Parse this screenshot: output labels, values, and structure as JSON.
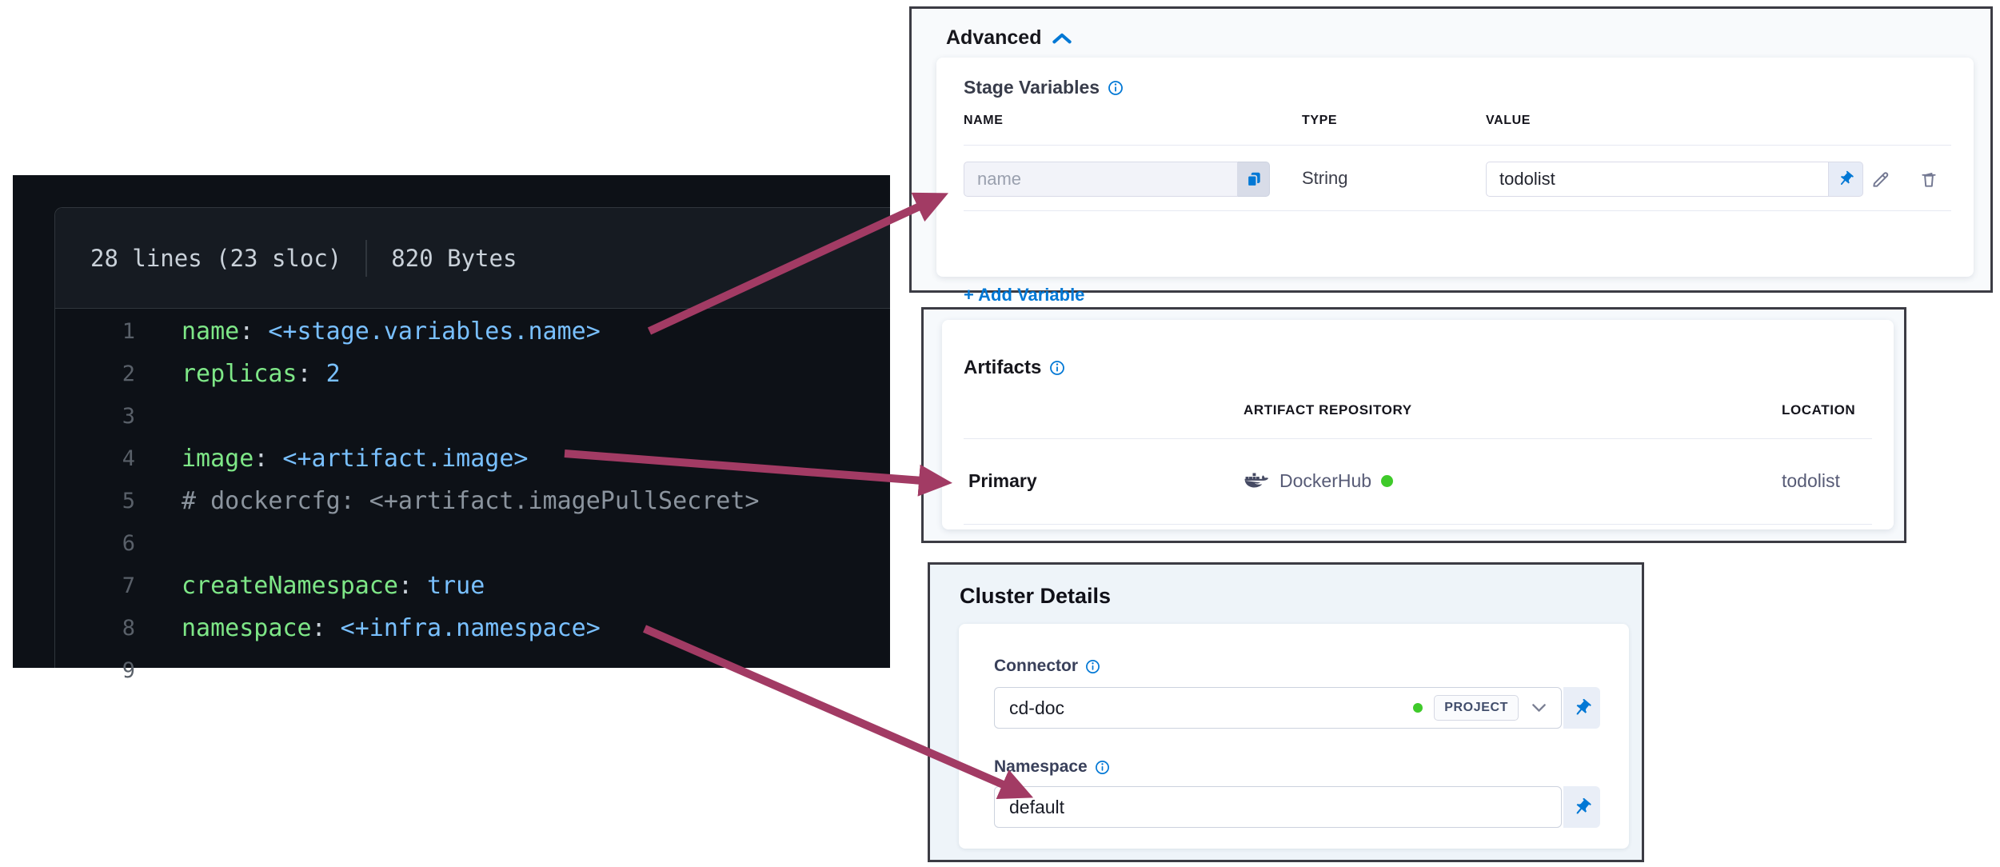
{
  "editor": {
    "header": {
      "lines_info": "28 lines (23 sloc)",
      "size_info": "820 Bytes"
    },
    "lines": [
      {
        "n": "1",
        "key": "name",
        "sep": ":",
        "val": " <+stage.variables.name>"
      },
      {
        "n": "2",
        "key": "replicas",
        "sep": ":",
        "val": " 2"
      },
      {
        "n": "3"
      },
      {
        "n": "4",
        "key": "image",
        "sep": ":",
        "val": " <+artifact.image>"
      },
      {
        "n": "5",
        "comment": "# dockercfg: <+artifact.imagePullSecret>"
      },
      {
        "n": "6"
      },
      {
        "n": "7",
        "key": "createNamespace",
        "sep": ":",
        "val": " true"
      },
      {
        "n": "8",
        "key": "namespace",
        "sep": ":",
        "val": " <+infra.namespace>"
      },
      {
        "n": "9"
      }
    ]
  },
  "advanced_panel": {
    "title": "Advanced",
    "stage_variables": {
      "title": "Stage Variables",
      "columns": {
        "name": "NAME",
        "type": "TYPE",
        "value": "VALUE"
      },
      "row": {
        "name_placeholder": "name",
        "type": "String",
        "value": "todolist"
      },
      "add_variable_label": "+ Add Variable"
    }
  },
  "artifacts_panel": {
    "title": "Artifacts",
    "columns": {
      "repository": "ARTIFACT REPOSITORY",
      "location": "LOCATION"
    },
    "row": {
      "label": "Primary",
      "repository": "DockerHub",
      "location": "todolist"
    }
  },
  "cluster_panel": {
    "title": "Cluster Details",
    "connector": {
      "label": "Connector",
      "value": "cd-doc",
      "scope_badge": "PROJECT"
    },
    "namespace": {
      "label": "Namespace",
      "value": "default"
    }
  },
  "colors": {
    "accent_blue": "#0278d5",
    "arrow_magenta": "#a23b64",
    "code_key_green": "#7ee787",
    "code_value_blue": "#79c0ff",
    "code_comment_gray": "#8b949e",
    "status_green": "#3fca2a",
    "editor_bg": "#0d1117",
    "editor_header_bg": "#161b22",
    "panel_border": "#3c3c44"
  }
}
